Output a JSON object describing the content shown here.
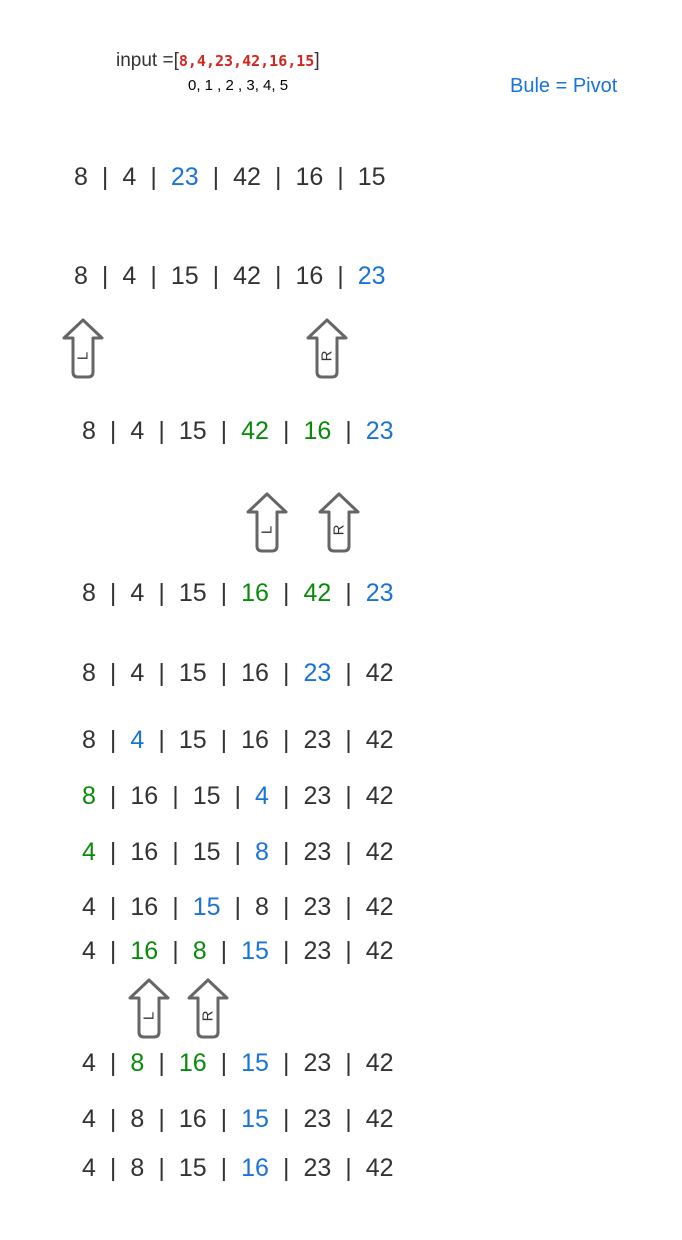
{
  "header": {
    "input_prefix": "input =",
    "open_bracket": "[",
    "input_values": "8,4,23,42,16,15",
    "close_bracket": "]",
    "indices": "0,  1 , 2 ,   3,   4,   5",
    "legend": "Bule = Pivot"
  },
  "colors": {
    "normal": "#333333",
    "pivot": "#1a73d8",
    "swap": "#0a8a0a",
    "input_red": "#d0271f",
    "arrow_stroke": "#666666"
  },
  "arrow_labels": {
    "left": "L",
    "right": "R"
  },
  "rows": [
    {
      "items": [
        {
          "t": "8",
          "c": "n"
        },
        {
          "t": "4",
          "c": "n"
        },
        {
          "t": "23",
          "c": "p"
        },
        {
          "t": "42",
          "c": "n"
        },
        {
          "t": "16",
          "c": "n"
        },
        {
          "t": "15",
          "c": "n"
        }
      ]
    },
    {
      "items": [
        {
          "t": "8",
          "c": "n"
        },
        {
          "t": "4",
          "c": "n"
        },
        {
          "t": "15",
          "c": "n"
        },
        {
          "t": "42",
          "c": "n"
        },
        {
          "t": "16",
          "c": "n"
        },
        {
          "t": "23",
          "c": "p"
        }
      ]
    },
    {
      "items": [
        {
          "t": "8",
          "c": "n"
        },
        {
          "t": "4",
          "c": "n"
        },
        {
          "t": "15",
          "c": "n"
        },
        {
          "t": "42",
          "c": "s"
        },
        {
          "t": "16",
          "c": "s"
        },
        {
          "t": "23",
          "c": "p"
        }
      ]
    },
    {
      "items": [
        {
          "t": "8",
          "c": "n"
        },
        {
          "t": "4",
          "c": "n"
        },
        {
          "t": "15",
          "c": "n"
        },
        {
          "t": "16",
          "c": "s"
        },
        {
          "t": "42",
          "c": "s"
        },
        {
          "t": "23",
          "c": "p"
        }
      ]
    },
    {
      "items": [
        {
          "t": "8",
          "c": "n"
        },
        {
          "t": "4",
          "c": "n"
        },
        {
          "t": "15",
          "c": "n"
        },
        {
          "t": "16",
          "c": "n"
        },
        {
          "t": "23",
          "c": "p"
        },
        {
          "t": "42",
          "c": "n"
        }
      ]
    },
    {
      "items": [
        {
          "t": "8",
          "c": "n"
        },
        {
          "t": "4",
          "c": "p"
        },
        {
          "t": "15",
          "c": "n"
        },
        {
          "t": "16",
          "c": "n"
        },
        {
          "t": "23",
          "c": "n"
        },
        {
          "t": "42",
          "c": "n"
        }
      ]
    },
    {
      "items": [
        {
          "t": "8",
          "c": "s"
        },
        {
          "t": "16",
          "c": "n"
        },
        {
          "t": "15",
          "c": "n"
        },
        {
          "t": "4",
          "c": "p"
        },
        {
          "t": "23",
          "c": "n"
        },
        {
          "t": "42",
          "c": "n"
        }
      ]
    },
    {
      "items": [
        {
          "t": "4",
          "c": "s"
        },
        {
          "t": "16",
          "c": "n"
        },
        {
          "t": "15",
          "c": "n"
        },
        {
          "t": "8",
          "c": "p"
        },
        {
          "t": "23",
          "c": "n"
        },
        {
          "t": "42",
          "c": "n"
        }
      ]
    },
    {
      "items": [
        {
          "t": "4",
          "c": "n"
        },
        {
          "t": "16",
          "c": "n"
        },
        {
          "t": "15",
          "c": "p"
        },
        {
          "t": "8",
          "c": "n"
        },
        {
          "t": "23",
          "c": "n"
        },
        {
          "t": "42",
          "c": "n"
        }
      ]
    },
    {
      "items": [
        {
          "t": "4",
          "c": "n"
        },
        {
          "t": "16",
          "c": "s"
        },
        {
          "t": "8",
          "c": "s"
        },
        {
          "t": "15",
          "c": "p"
        },
        {
          "t": "23",
          "c": "n"
        },
        {
          "t": "42",
          "c": "n"
        }
      ]
    },
    {
      "items": [
        {
          "t": "4",
          "c": "n"
        },
        {
          "t": "8",
          "c": "s"
        },
        {
          "t": "16",
          "c": "s"
        },
        {
          "t": "15",
          "c": "p"
        },
        {
          "t": "23",
          "c": "n"
        },
        {
          "t": "42",
          "c": "n"
        }
      ]
    },
    {
      "items": [
        {
          "t": "4",
          "c": "n"
        },
        {
          "t": "8",
          "c": "n"
        },
        {
          "t": "16",
          "c": "n"
        },
        {
          "t": "15",
          "c": "p"
        },
        {
          "t": "23",
          "c": "n"
        },
        {
          "t": "42",
          "c": "n"
        }
      ]
    },
    {
      "items": [
        {
          "t": "4",
          "c": "n"
        },
        {
          "t": "8",
          "c": "n"
        },
        {
          "t": "15",
          "c": "n"
        },
        {
          "t": "16",
          "c": "p"
        },
        {
          "t": "23",
          "c": "n"
        },
        {
          "t": "42",
          "c": "n"
        }
      ]
    }
  ]
}
